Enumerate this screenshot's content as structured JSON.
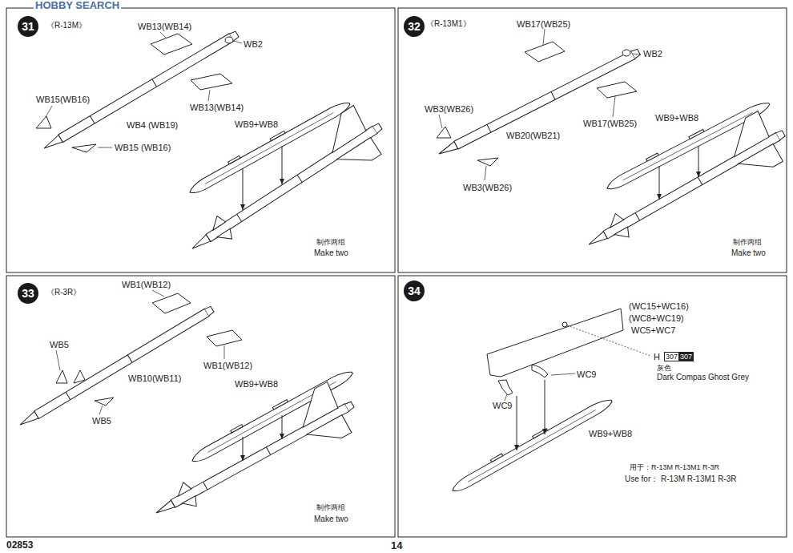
{
  "diagram": {
    "nodes": [
      {
        "text": [
          "31"
        ]
      },
      {
        "text": [
          "32"
        ]
      },
      {
        "text": [
          "33"
        ]
      },
      {
        "text": [
          "34"
        ]
      }
    ],
    "labels": [
      "HOBBY SEARCH",
      "《R-13M》",
      "WB13(WB14)",
      "WB2",
      "WB15(WB16)",
      "WB4 (WB19)",
      "WB13(WB14)",
      "WB15 (WB16)",
      "WB9+WB8",
      "制作两组",
      "Make two",
      "《R-13M1》",
      "WB17(WB25)",
      "WB2",
      "WB3(WB26)",
      "WB20(WB21)",
      "WB17(WB25)",
      "WB9+WB8",
      "WB3(WB26)",
      "制作两组",
      "Make two",
      "《R-3R》",
      "WB1(WB12)",
      "WB5",
      "WB10(WB11)",
      "WB1(WB12)",
      "WB9+WB8",
      "WB5",
      "制作两组",
      "Make two",
      "(WC15+WC16)",
      "(WC8+WC19)",
      "WC5+WC7",
      "H",
      "307",
      "307",
      "灰色",
      "Dark Compas Ghost Grey",
      "WC9",
      "WC9",
      "WB9+WB8",
      "用于：R-13M R-13M1 R-3R",
      "Use for： R-13M R-13M1 R-3R",
      "02853",
      "14"
    ]
  }
}
